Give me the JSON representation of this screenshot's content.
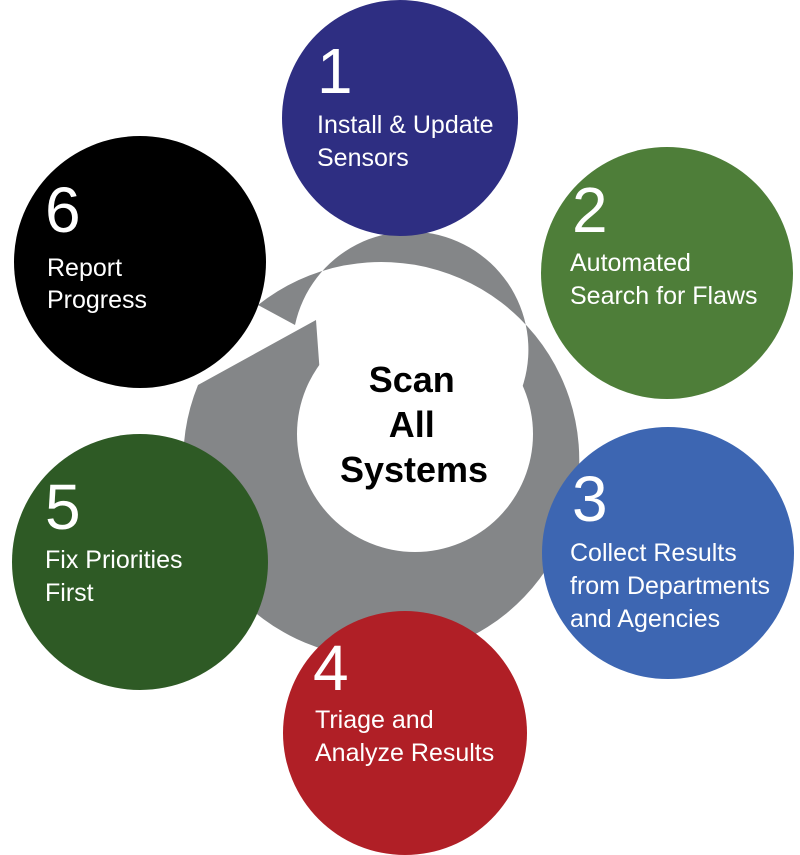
{
  "center": {
    "lines": [
      "Scan",
      "All",
      "Systems"
    ]
  },
  "steps": [
    {
      "number": "1",
      "lines": [
        "Install & Update",
        "Sensors"
      ],
      "color": "#2E2E82"
    },
    {
      "number": "2",
      "lines": [
        "Automated",
        "Search for Flaws"
      ],
      "color": "#4E7E39"
    },
    {
      "number": "3",
      "lines": [
        "Collect Results",
        "from Departments",
        "and Agencies"
      ],
      "color": "#3D66B2"
    },
    {
      "number": "4",
      "lines": [
        "Triage and",
        "Analyze Results"
      ],
      "color": "#B01F26"
    },
    {
      "number": "5",
      "lines": [
        "Fix Priorities",
        "First"
      ],
      "color": "#2E5A25"
    },
    {
      "number": "6",
      "lines": [
        "Report",
        "Progress"
      ],
      "color": "#000000"
    }
  ],
  "colors": {
    "cycle_arrow": "#848688",
    "center_fill": "#ffffff",
    "text": "#ffffff"
  }
}
